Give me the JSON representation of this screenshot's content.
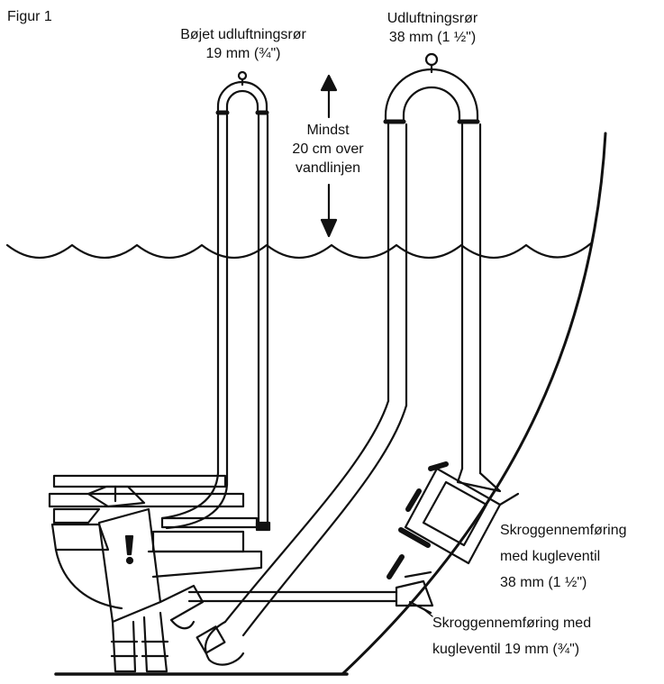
{
  "figure_label": "Figur 1",
  "labels": {
    "bent_vent_name": "Bøjet udluftningsrør",
    "bent_vent_size": "19 mm (¾\")",
    "vent_name": "Udluftningsrør",
    "vent_size": "38 mm (1 ½\")",
    "min_line1": "Mindst",
    "min_line2": "20 cm over",
    "min_line3": "vandlinjen",
    "hull_large_line1": "Skroggennemføring",
    "hull_large_line2": "med kugleventil",
    "hull_large_line3": "38 mm (1 ½\")",
    "hull_small_line1": "Skroggennemføring med",
    "hull_small_line2": "kugleventil 19 mm (¾\")"
  }
}
